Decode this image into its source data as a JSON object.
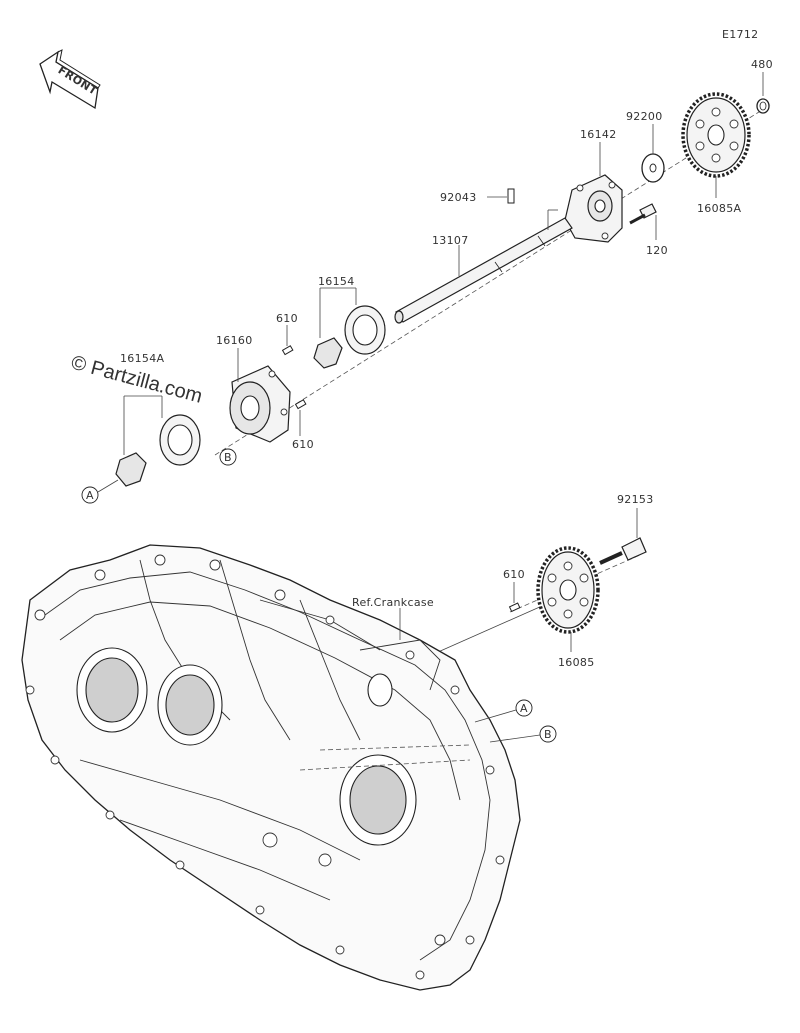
{
  "diagram_code": "E1712",
  "front_label": "FRONT",
  "watermark": "© Partzilla.com",
  "ref_label": "Ref.Crankcase",
  "callouts": {
    "a": "A",
    "b": "B"
  },
  "parts": [
    {
      "id": "p480",
      "number": "480"
    },
    {
      "id": "p92200",
      "number": "92200"
    },
    {
      "id": "p16142",
      "number": "16142"
    },
    {
      "id": "p92043",
      "number": "92043"
    },
    {
      "id": "p16085a",
      "number": "16085A"
    },
    {
      "id": "p120",
      "number": "120"
    },
    {
      "id": "p13107",
      "number": "13107"
    },
    {
      "id": "p16154",
      "number": "16154"
    },
    {
      "id": "p610a",
      "number": "610"
    },
    {
      "id": "p16160",
      "number": "16160"
    },
    {
      "id": "p16154a",
      "number": "16154A"
    },
    {
      "id": "p610b",
      "number": "610"
    },
    {
      "id": "p92153",
      "number": "92153"
    },
    {
      "id": "p610c",
      "number": "610"
    },
    {
      "id": "p16085",
      "number": "16085"
    }
  ]
}
